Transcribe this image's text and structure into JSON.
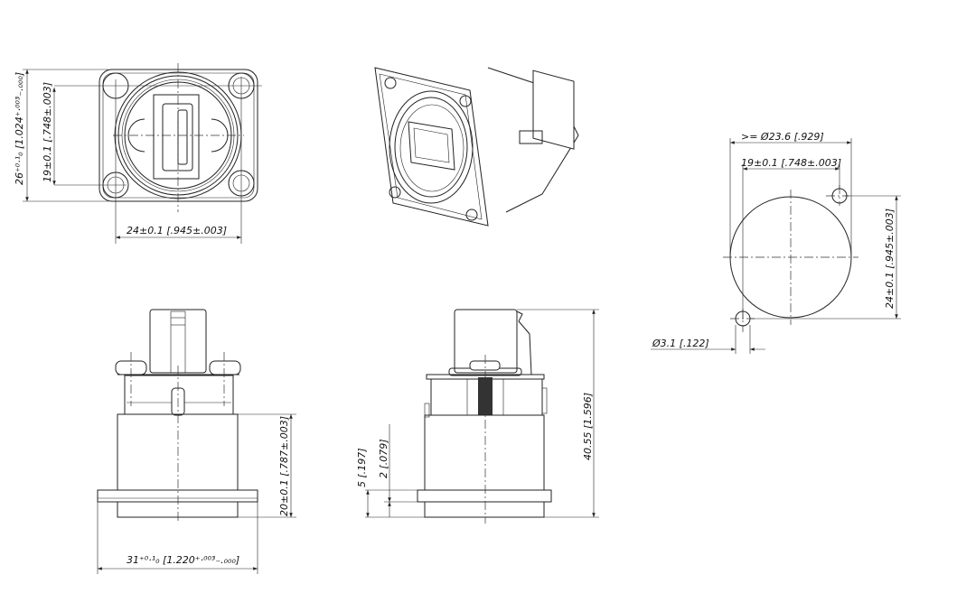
{
  "front_view": {
    "dim_height": "26⁺⁰·¹₀ [1.024⁺·⁰⁰³₋.₀₀₀]",
    "dim_hole_vertical": "19±0.1 [.748±.003]",
    "dim_hole_horizontal": "24±0.1 [.945±.003]"
  },
  "panel_cutout": {
    "dim_diameter": ">= Ø23.6 [.929]",
    "dim_hole_horizontal": "19±0.1 [.748±.003]",
    "dim_hole_vertical": "24±0.1 [.945±.003]",
    "dim_hole_diameter": "Ø3.1 [.122]"
  },
  "side_view_left": {
    "dim_body_height": "20±0.1 [.787±.003]",
    "dim_flange_width": "31⁺⁰·¹₀ [1.220⁺·⁰⁰³₋.₀₀₀]"
  },
  "side_view_right": {
    "dim_total_height": "40.55 [1.596]",
    "dim_flange_offset": "5 [.197]",
    "dim_flange_thickness": "2 [.079]"
  }
}
